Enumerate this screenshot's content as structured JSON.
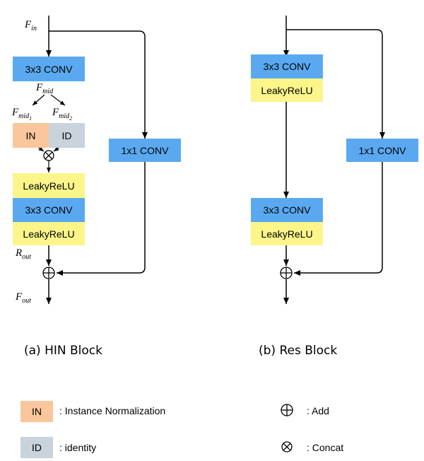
{
  "hin_block": {
    "input_label": {
      "base": "F",
      "sub": "in"
    },
    "conv1": "3x3 CONV",
    "mid_label": {
      "base": "F",
      "sub": "mid"
    },
    "mid1_label": {
      "base": "F",
      "sub": "mid",
      "subsub": "1"
    },
    "mid2_label": {
      "base": "F",
      "sub": "mid",
      "subsub": "2"
    },
    "in_box": "IN",
    "id_box": "ID",
    "leaky1": "LeakyReLU",
    "conv2": "3x3 CONV",
    "leaky2": "LeakyReLU",
    "skip_conv": "1x1 CONV",
    "rout_label": {
      "base": "R",
      "sub": "out"
    },
    "fout_label": {
      "base": "F",
      "sub": "out"
    },
    "caption": "(a) HIN Block"
  },
  "res_block": {
    "conv1": "3x3 CONV",
    "leaky1": "LeakyReLU",
    "conv2": "3x3 CONV",
    "leaky2": "LeakyReLU",
    "skip_conv": "1x1 CONV",
    "caption": "(b) Res Block"
  },
  "legend": {
    "in_box": "IN",
    "in_text": ": Instance Normalization",
    "id_box": "ID",
    "id_text": ": identity",
    "add_text": ": Add",
    "concat_text": ": Concat"
  },
  "colors": {
    "conv": "#5aa9f0",
    "leaky_relu": "#fbf58a",
    "instance_norm": "#f9c79b",
    "identity": "#c8d3dc"
  }
}
